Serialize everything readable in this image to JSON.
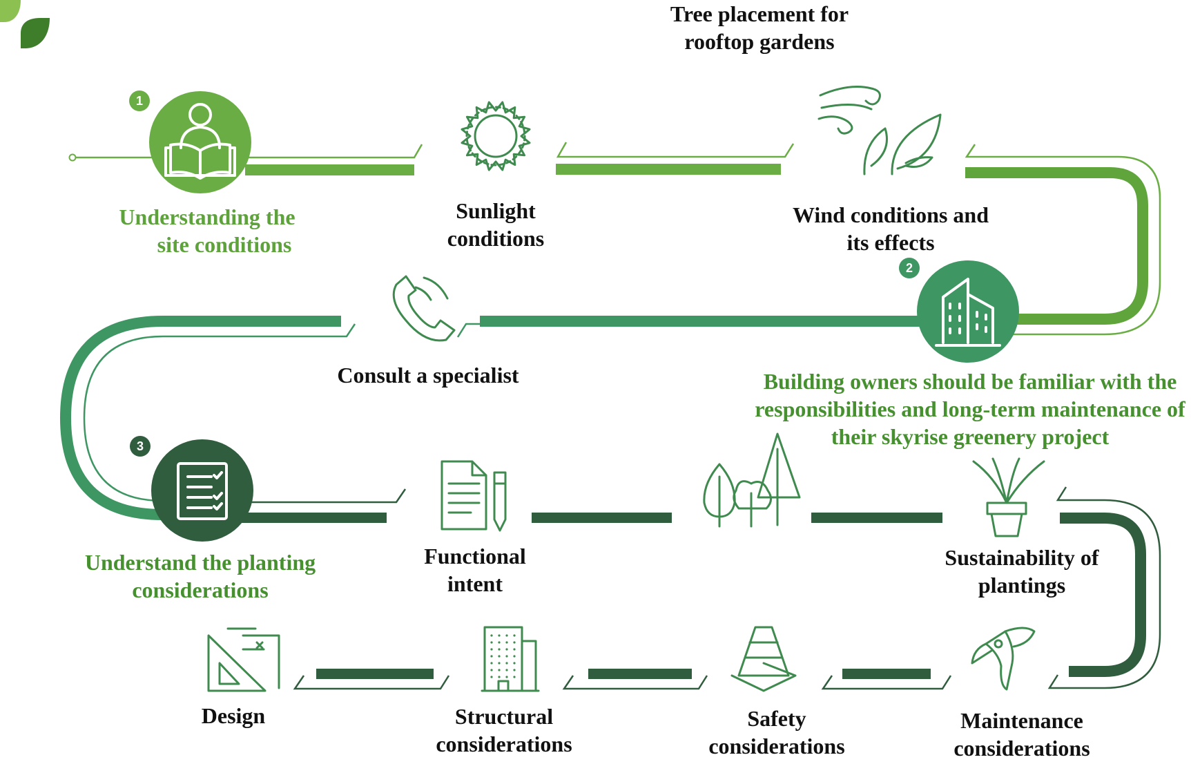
{
  "colors": {
    "stage1": "#6aad45",
    "stage2": "#3e9663",
    "stage3": "#305d3e",
    "icon": "#3f8a4e",
    "text": "#111111"
  },
  "stage1": {
    "number": "1",
    "title_line1": "Understanding the",
    "title_line2": "site conditions",
    "icon": "person-reading-icon"
  },
  "stage2": {
    "number": "2",
    "title_line1": "Building owners should be familiar with the",
    "title_line2": "responsibilities and long-term maintenance of",
    "title_line3": "their skyrise greenery project",
    "icon": "building-icon"
  },
  "stage3": {
    "number": "3",
    "title_line1": "Understand the planting",
    "title_line2": "considerations",
    "icon": "checklist-icon"
  },
  "steps": {
    "sunlight": {
      "line1": "Sunlight",
      "line2": "conditions",
      "icon": "sun-icon"
    },
    "wind": {
      "line1": "Wind  conditions  and",
      "line2": "its effects",
      "icon": "wind-leaves-icon"
    },
    "specialist": {
      "line1": "Consult a specialist",
      "icon": "phone-icon"
    },
    "functional": {
      "line1": "Functional",
      "line2": "intent",
      "icon": "document-pen-icon"
    },
    "tree": {
      "line1": "Tree placement  for",
      "line2": "rooftop gardens",
      "icon": "trees-icon"
    },
    "sustainability": {
      "line1": "Sustainability  of",
      "line2": "plantings",
      "icon": "potted-plant-icon"
    },
    "design": {
      "line1": "Design",
      "icon": "drafting-triangle-icon"
    },
    "structural": {
      "line1": "Structural",
      "line2": "considerations",
      "icon": "tower-building-icon"
    },
    "safety": {
      "line1": "Safety",
      "line2": "considerations",
      "icon": "traffic-cone-icon"
    },
    "maintenance": {
      "line1": "Maintenance",
      "line2": "considerations",
      "icon": "pruning-shears-icon"
    }
  }
}
